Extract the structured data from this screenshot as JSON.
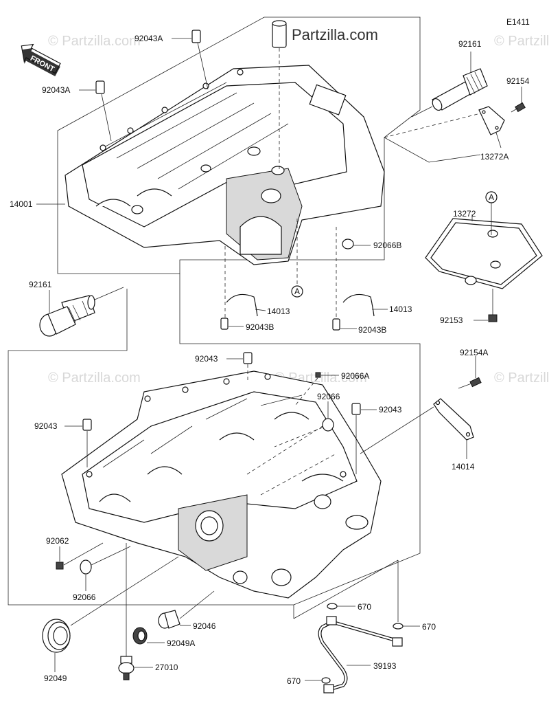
{
  "diagram": {
    "code": "E1411",
    "watermark_brand": "Partzilla.com",
    "watermark_faint": "© Partzilla.com",
    "front_label": "FRONT",
    "ref_marker": "A",
    "labels": {
      "p92043A_top": "92043A",
      "p92043A_left": "92043A",
      "p92161_top": "92161",
      "p92154": "92154",
      "p13272A": "13272A",
      "p14001": "14001",
      "p92066B": "92066B",
      "p13272": "13272",
      "p92161_left": "92161",
      "p14013_a": "14013",
      "p92043B_a": "92043B",
      "p14013_b": "14013",
      "p92043B_b": "92043B",
      "p92153": "92153",
      "p92154A": "92154A",
      "p92043_top": "92043",
      "p92066A": "92066A",
      "p92066_mid": "92066",
      "p92043_right": "92043",
      "p92043_left": "92043",
      "p14014": "14014",
      "p92062": "92062",
      "p92066_low": "92066",
      "p670_a": "670",
      "p670_b": "670",
      "p92046": "92046",
      "p92049A": "92049A",
      "p92049": "92049",
      "p27010": "27010",
      "p39193": "39193",
      "p670_c": "670"
    }
  }
}
